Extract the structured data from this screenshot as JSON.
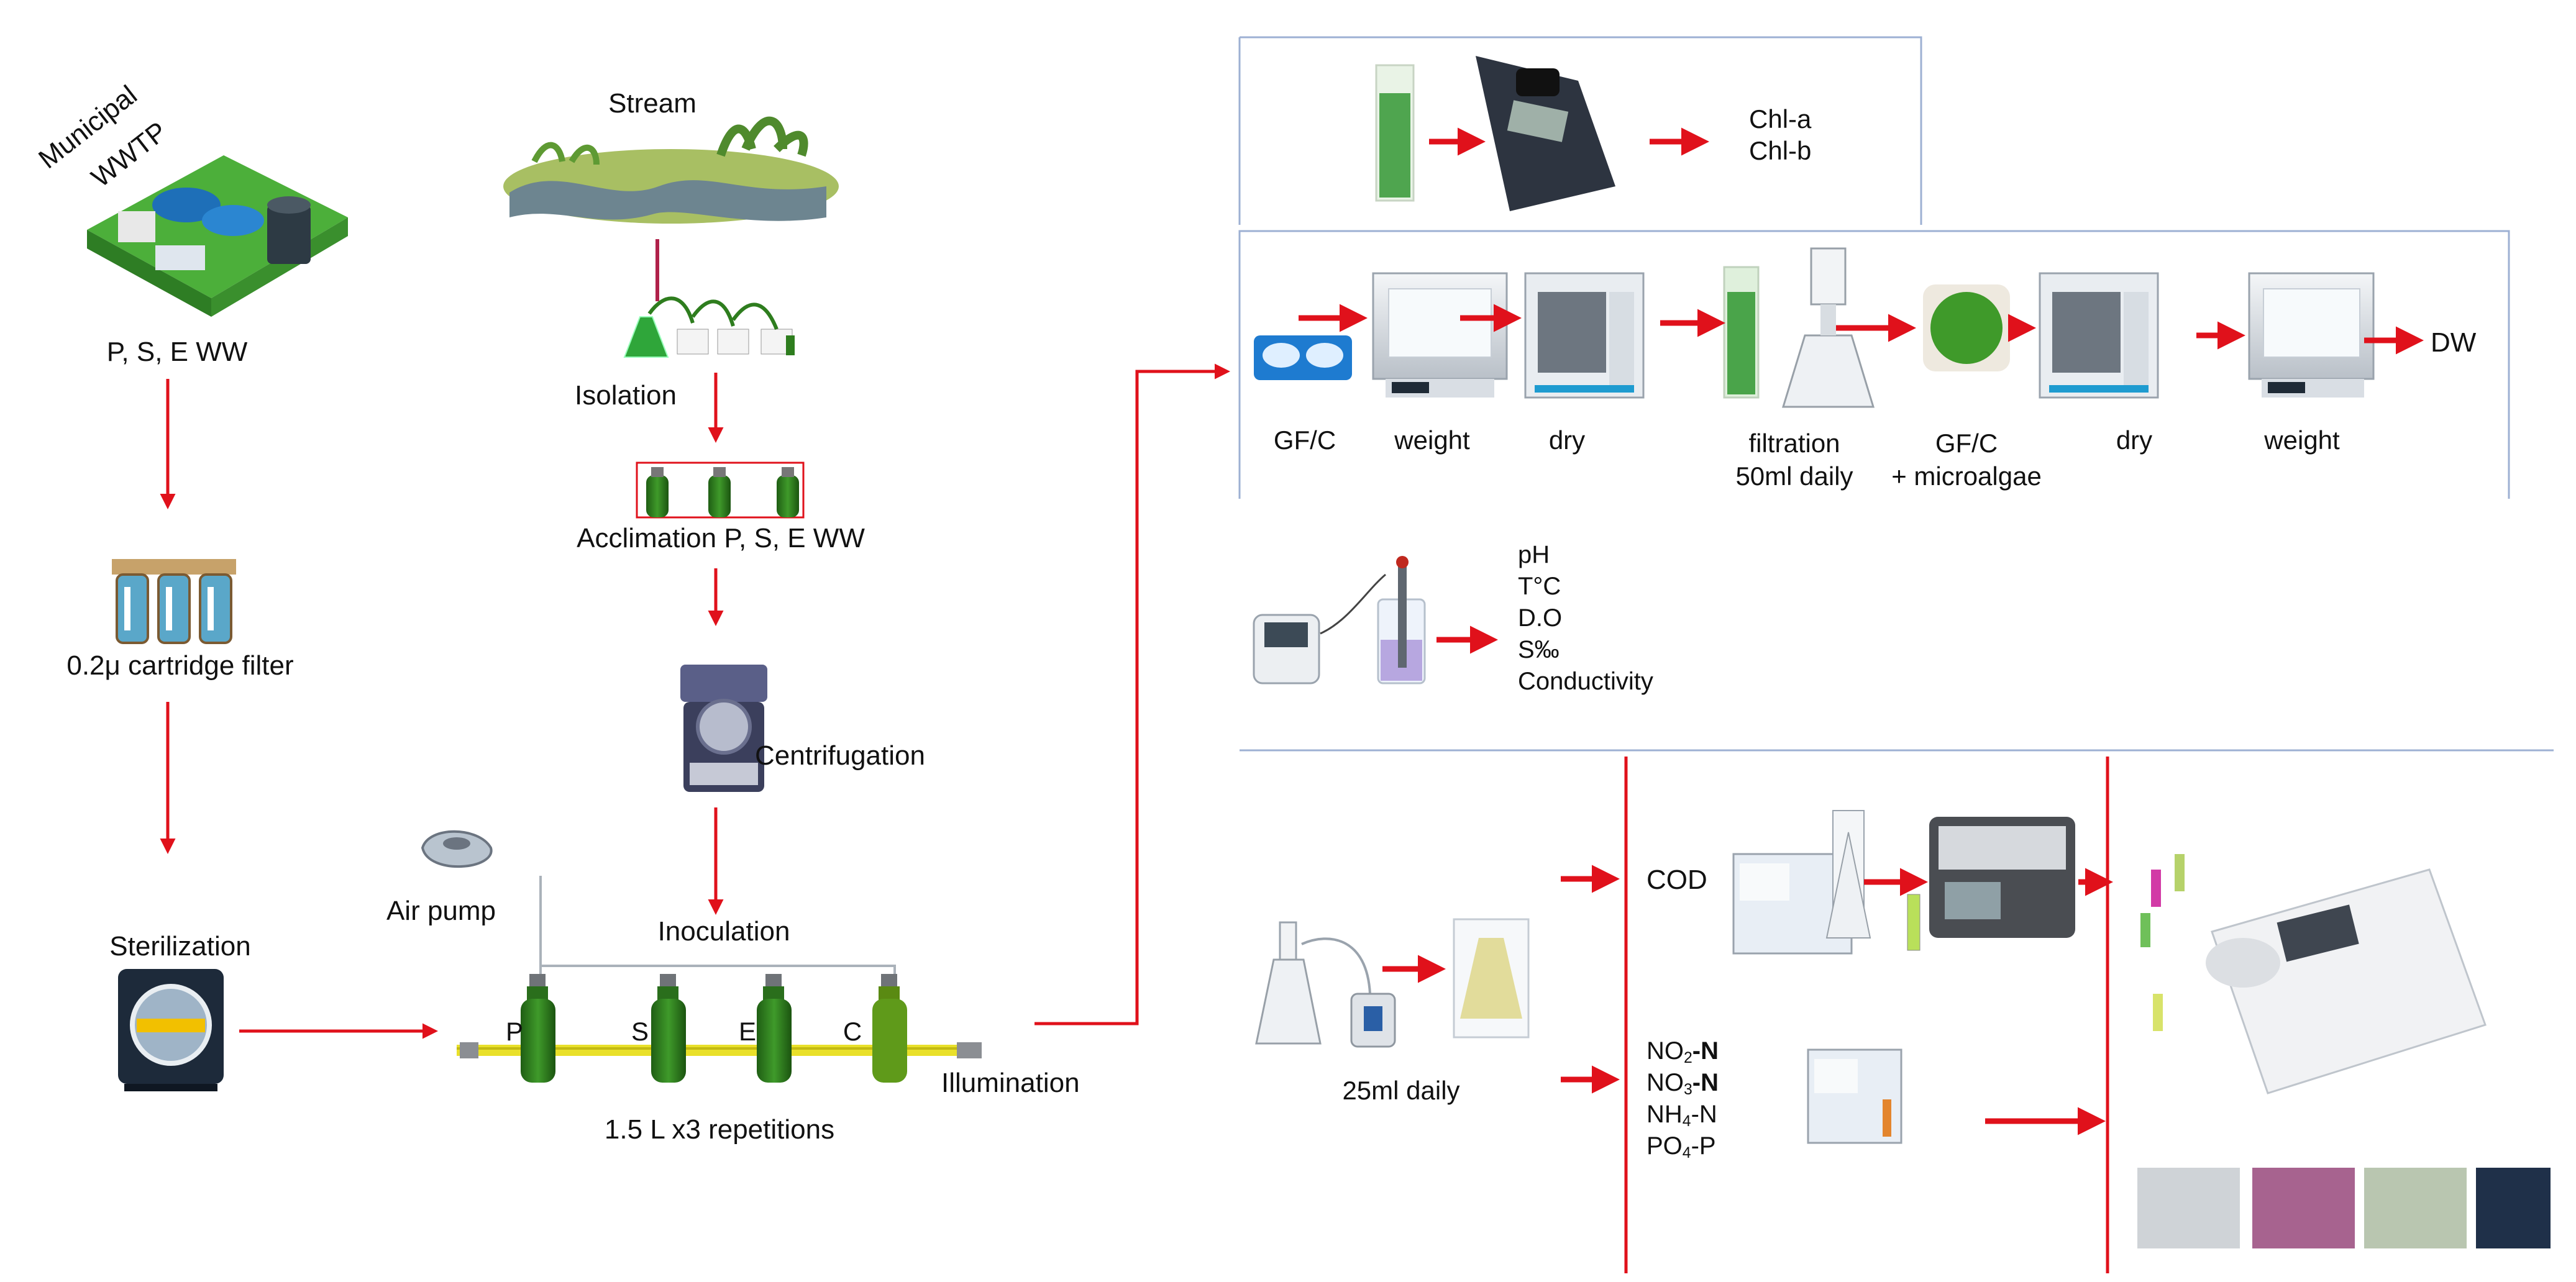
{
  "sources": {
    "wwtp": {
      "line1": "Municipal",
      "line2": "WWTP"
    },
    "ww_types": "P, S, E WW",
    "filter": "0.2μ cartridge filter",
    "sterilization": "Sterilization",
    "stream": "Stream",
    "isolation": "Isolation",
    "acclimation": "Acclimation P, S, E WW",
    "centrifugation": "Centrifugation",
    "inoculation": "Inoculation",
    "air_pump": "Air pump",
    "illumination": "Illumination",
    "volume": "1.5 L x3 repetitions",
    "bottles": [
      "P",
      "S",
      "E",
      "C"
    ]
  },
  "chlorophyll": {
    "items": [
      "Chl-a",
      "Chl-b"
    ]
  },
  "dry_weight": {
    "steps": [
      "GF/C",
      "weight",
      "dry"
    ],
    "filtration": {
      "line1": "filtration",
      "line2": "50ml daily"
    },
    "gfc_microalgae": {
      "line1": "GF/C",
      "line2": "+ microalgae"
    },
    "dry2": "dry",
    "weight2": "weight",
    "result": "DW"
  },
  "probe": {
    "params": [
      "pH",
      "T°C",
      "D.O",
      "S‰",
      "Conductivity"
    ]
  },
  "nutrients": {
    "sample": "25ml daily",
    "cod": "COD",
    "no2": {
      "main": "NO",
      "sub": "2",
      "tail": "-N"
    },
    "no3": {
      "main": "NO",
      "sub": "3",
      "tail": "-N"
    },
    "nh4": {
      "main": "NH",
      "sub": "4",
      "tail": "-N"
    },
    "po4": {
      "main": "PO",
      "sub": "4",
      "tail": "-P"
    }
  },
  "colors": {
    "arrow": "#e0111b",
    "box_border": "#9db0d3",
    "bottle": "#2e7d1e",
    "tube": "#e9e02a"
  }
}
